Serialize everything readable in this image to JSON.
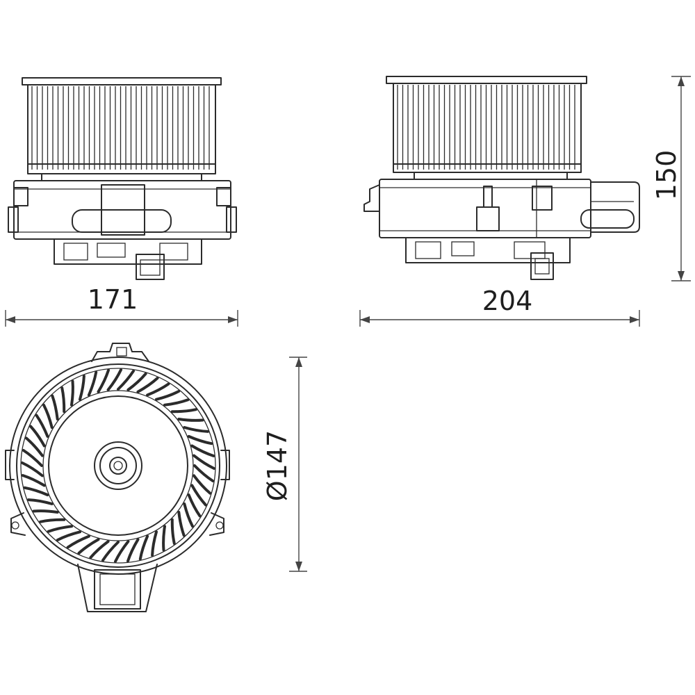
{
  "dimensions": {
    "front_width": "171",
    "side_width": "204",
    "height": "150",
    "fan_diameter": "Ø147"
  },
  "colors": {
    "line": "#2b2b2b",
    "background": "#ffffff"
  }
}
